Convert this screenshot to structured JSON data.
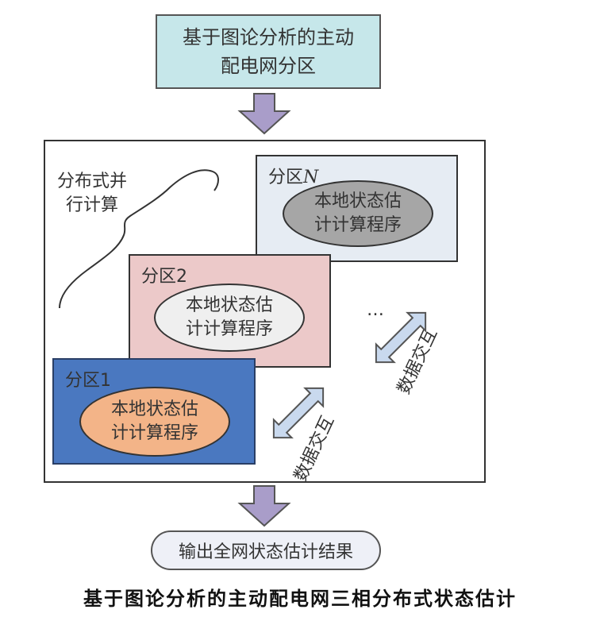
{
  "top_box": {
    "line1": "基于图论分析的主动",
    "line2": "配电网分区"
  },
  "distributed": {
    "line1": "分布式并",
    "line2": "行计算"
  },
  "partitions": [
    {
      "label_prefix": "分区",
      "label_index": "N",
      "program_line1": "本地状态估",
      "program_line2": "计计算程序"
    },
    {
      "label": "分区2",
      "program_line1": "本地状态估",
      "program_line2": "计计算程序"
    },
    {
      "label": "分区1",
      "program_line1": "本地状态估",
      "program_line2": "计计算程序"
    }
  ],
  "ellipsis": "…",
  "exchange_label": "数据交互",
  "output_box": "输出全网状态估计结果",
  "caption": "基于图论分析的主动配电网三相分布式状态估计",
  "colors": {
    "top_box": "#c6e7ea",
    "partition_n": "#e6ecf3",
    "partition_2": "#ecc9c9",
    "partition_1": "#4a78c0",
    "ellipse_n": "#a6a6a6",
    "ellipse_2": "#efefef",
    "ellipse_1": "#f3b488",
    "arrow": "#a99dc9",
    "double_arrow": "#c9d9ee"
  }
}
